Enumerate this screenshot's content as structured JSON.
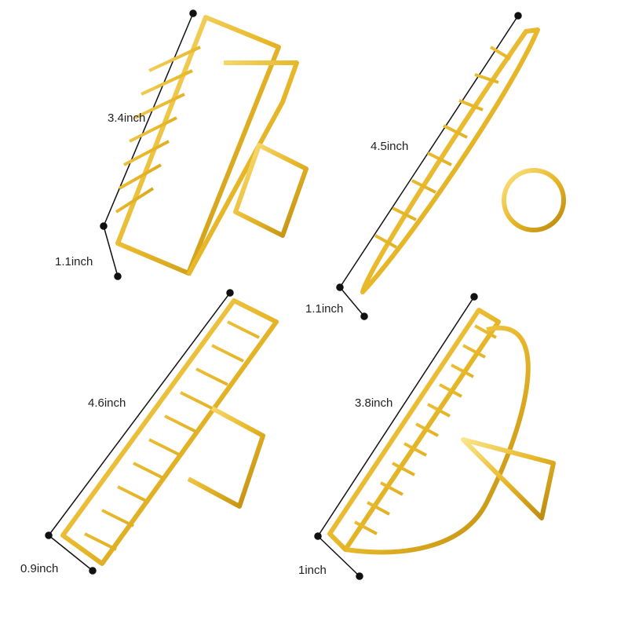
{
  "colors": {
    "gold": "#e8b82a",
    "gold_light": "#f7dc6f",
    "gold_dark": "#b8860b",
    "line": "#111111"
  },
  "clips": [
    {
      "name": "rectangle-claw-clip",
      "length": "3.4inch",
      "width": "1.1inch"
    },
    {
      "name": "round-claw-clip",
      "length": "4.5inch",
      "width": "1.1inch"
    },
    {
      "name": "ladder-claw-clip",
      "length": "4.6inch",
      "width": "0.9inch"
    },
    {
      "name": "curved-claw-clip",
      "length": "3.8inch",
      "width": "1inch"
    }
  ]
}
